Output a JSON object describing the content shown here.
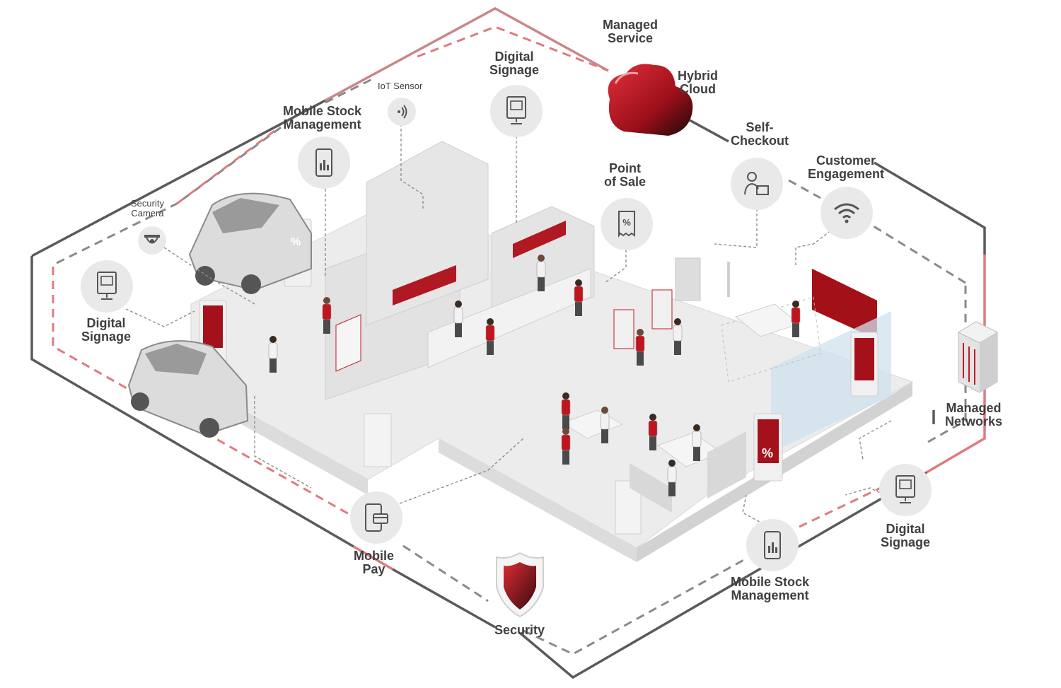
{
  "labels": {
    "managed_service": [
      "Managed",
      "Service"
    ],
    "hybrid_cloud": [
      "Hybrid",
      "Cloud"
    ],
    "digital_signage_top": [
      "Digital",
      "Signage"
    ],
    "iot_sensor": "IoT Sensor",
    "mobile_stock_top": [
      "Mobile Stock",
      "Management"
    ],
    "security_camera": [
      "Security",
      "Camera"
    ],
    "digital_signage_left": [
      "Digital",
      "Signage"
    ],
    "point_of_sale": [
      "Point",
      "of Sale"
    ],
    "self_checkout": [
      "Self-",
      "Checkout"
    ],
    "customer_engagement": [
      "Customer",
      "Engagement"
    ],
    "managed_networks": [
      "Managed",
      "Networks"
    ],
    "digital_signage_right": [
      "Digital",
      "Signage"
    ],
    "mobile_stock_bottom": [
      "Mobile Stock",
      "Management"
    ],
    "mobile_pay": [
      "Mobile",
      "Pay"
    ],
    "security": "Security"
  },
  "colors": {
    "accent_red": "#c0141f",
    "line_gray": "#6e6e6e",
    "line_pink": "#e07a80",
    "node_fill": "#e9e9e9",
    "floor": "#ececec",
    "text": "#3f3f3f"
  },
  "icons": {
    "digital_signage": "kiosk-screen-icon",
    "iot_sensor": "wireless-signal-icon",
    "mobile_stock": "phone-chart-icon",
    "security_camera": "dome-camera-icon",
    "point_of_sale": "receipt-percent-icon",
    "self_checkout": "person-terminal-icon",
    "customer_engagement": "wifi-icon",
    "mobile_pay": "phone-card-icon",
    "security": "shield-icon",
    "hybrid_cloud": "cloud-icon",
    "managed_networks": "server-rack-icon"
  },
  "kiosk_symbol": "%"
}
